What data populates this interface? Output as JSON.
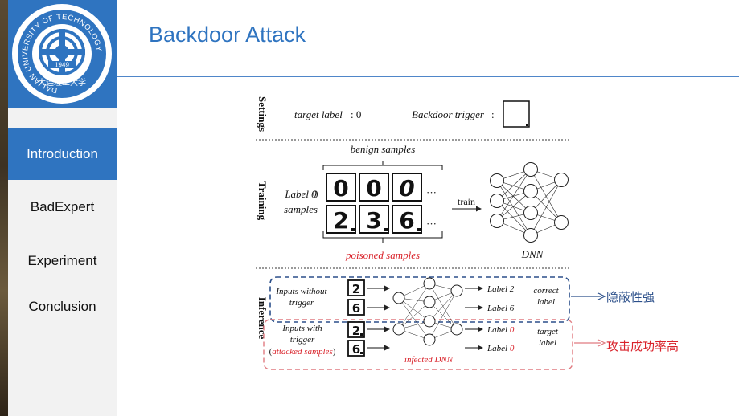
{
  "logo": {
    "ring_text": "DALIAN UNIVERSITY OF TECHNOLOGY",
    "year": "1949",
    "cn_text": "大连理工大学"
  },
  "title": "Backdoor Attack",
  "nav": [
    {
      "label": "Introduction",
      "active": true
    },
    {
      "label": "BadExpert",
      "active": false
    },
    {
      "label": "Experiment",
      "active": false
    },
    {
      "label": "Conclusion",
      "active": false
    }
  ],
  "figure": {
    "settings": {
      "section": "Settings",
      "target_label": "target label",
      "target_value": ": 0",
      "trigger": "Backdoor trigger",
      "trigger_colon": ":"
    },
    "training": {
      "section": "Training",
      "benign": "benign samples",
      "label0_line1": "Label 0",
      "label0_line2": "samples",
      "row1": [
        "0",
        "0",
        "0"
      ],
      "row2": [
        "2",
        "3",
        "6"
      ],
      "dots": "···",
      "train": "train",
      "poisoned": "poisoned samples",
      "dnn": "DNN"
    },
    "inference": {
      "section": "Inference",
      "without_line1": "Inputs without",
      "without_line2": "trigger",
      "with_line1": "Inputs with",
      "with_line2": "trigger",
      "attacked_open": "(",
      "attacked": "attacked samples",
      "attacked_close": ")",
      "digits": [
        "2",
        "6",
        "2",
        "6"
      ],
      "out_clean": [
        "Label 2",
        "Label 6"
      ],
      "out_attacked_prefix": "Label ",
      "out_attacked_values": [
        "0",
        "0"
      ],
      "correct_line1": "correct",
      "correct_line2": "label",
      "target_line1": "target",
      "target_line2": "label",
      "infected": "infected DNN"
    }
  },
  "notes": {
    "stealthy": "隐蔽性强",
    "success": "攻击成功率高"
  },
  "colors": {
    "accent": "#2f74c0",
    "poison_red": "#d9232b",
    "blue_box": "#2b4f8a",
    "red_box": "#e07a80"
  }
}
